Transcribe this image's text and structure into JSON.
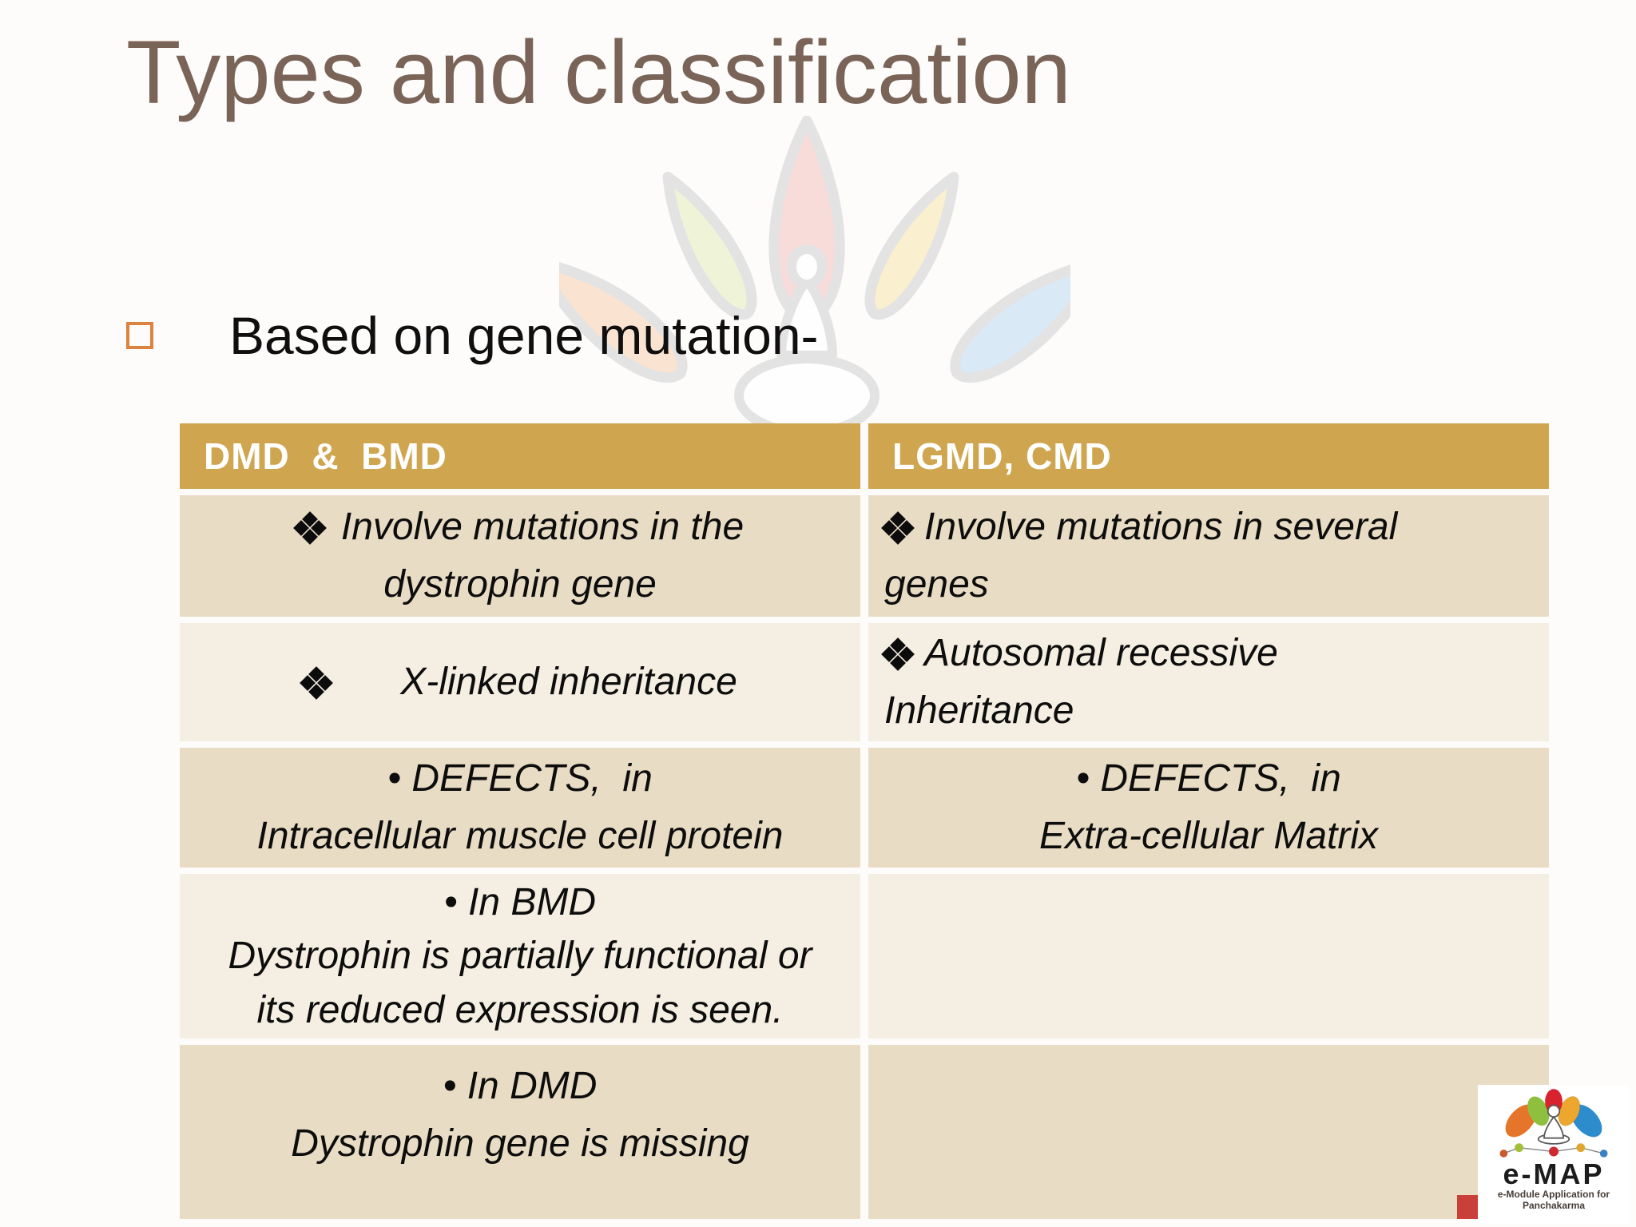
{
  "slide": {
    "title": "Types and classification",
    "heading_text": "Based on gene mutation-",
    "colors": {
      "title_text": "#7a6457",
      "heading_bullet_outline": "#dd8340",
      "table_header_bg": "#cfa64f",
      "table_header_text": "#ffffff",
      "row_beige": "#e9dcc4",
      "row_cream": "#f5eee2",
      "cell_text": "#0d0d0d",
      "background": "#fdfcfb",
      "red_artifact": "#c9403a"
    }
  },
  "table": {
    "headers": [
      "DMD  &  BMD",
      "LGMD, CMD"
    ],
    "rows": [
      {
        "left": {
          "bullet": "diamond",
          "align": "center",
          "lines": [
            "Involve mutations in the",
            "dystrophin gene"
          ]
        },
        "right": {
          "bullet": "diamond",
          "align": "left",
          "lines": [
            "Involve mutations in several",
            "genes"
          ]
        }
      },
      {
        "left": {
          "bullet": "diamond",
          "align": "center",
          "lines": [
            "X-linked inheritance"
          ]
        },
        "right": {
          "bullet": "diamond",
          "align": "left",
          "lines": [
            "Autosomal recessive",
            "Inheritance"
          ]
        }
      },
      {
        "left": {
          "bullet": "none",
          "align": "center",
          "lines": [
            "• DEFECTS,  in",
            "Intracellular muscle cell protein"
          ]
        },
        "right": {
          "bullet": "none",
          "align": "center",
          "lines": [
            "• DEFECTS,  in",
            "Extra-cellular Matrix"
          ]
        }
      },
      {
        "left": {
          "bullet": "none",
          "align": "center",
          "lines": [
            "• In BMD",
            "Dystrophin is partially functional or",
            "its reduced expression is seen."
          ]
        },
        "right": {
          "bullet": "none",
          "align": "center",
          "lines": []
        }
      },
      {
        "left": {
          "bullet": "none",
          "align": "center",
          "lines": [
            "• In DMD",
            "Dystrophin gene is missing"
          ]
        },
        "right": {
          "bullet": "none",
          "align": "center",
          "lines": []
        }
      }
    ]
  },
  "logo": {
    "name": "e-MAP",
    "subtitle1": "e-Module Application for",
    "subtitle2": "Panchakarma"
  },
  "watermark": "lotus-flower-watermark"
}
